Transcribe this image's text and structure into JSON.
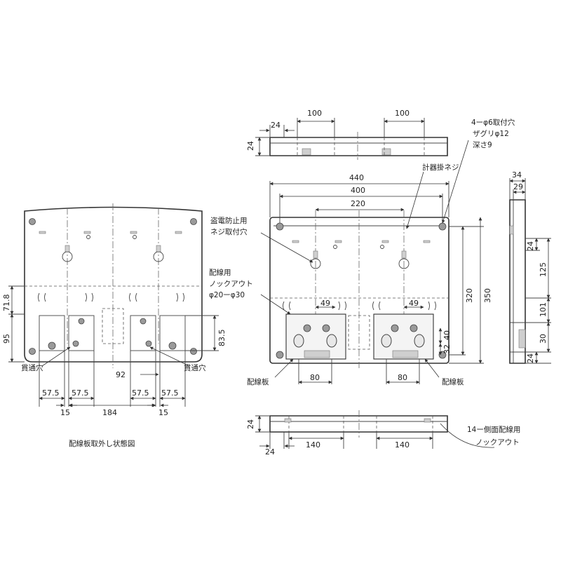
{
  "labels": {
    "caption_left": "配線板取外し状態図",
    "kantsu_left": "貫通穴",
    "kantsu_right": "貫通穴",
    "mounting_hole_1": "4ーφ6取付穴",
    "mounting_hole_2": "ザグリφ12",
    "mounting_hole_3": "深さ9",
    "meter_screw": "計器掛ネジ",
    "antitheft_1": "盗電防止用",
    "antitheft_2": "ネジ取付穴",
    "knockout_1": "配線用",
    "knockout_2": "ノックアウト",
    "knockout_3": "φ20ーφ30",
    "wiring_board_left": "配線板",
    "wiring_board_right": "配線板",
    "side_knockout_1": "14ー側面配線用",
    "side_knockout_2": "ノックアウト"
  },
  "dimensions": {
    "top_24_left": "24",
    "top_24_height": "24",
    "top_100_a": "100",
    "top_100_b": "100",
    "front_440": "440",
    "front_400": "400",
    "front_220": "220",
    "front_320": "320",
    "front_350": "350",
    "front_49_a": "49",
    "front_49_b": "49",
    "front_40": "40",
    "front_32": "32",
    "front_80_a": "80",
    "front_80_b": "80",
    "side_34": "34",
    "side_29": "29",
    "side_24_a": "24",
    "side_125": "125",
    "side_101": "101",
    "side_30": "30",
    "side_24_b": "24",
    "bottom_24_height": "24",
    "bottom_24": "24",
    "bottom_140_a": "140",
    "bottom_140_b": "140",
    "left_71_8": "71.8",
    "left_95": "95",
    "left_83_5": "83.5",
    "left_92": "92",
    "left_57_5_a": "57.5",
    "left_57_5_b": "57.5",
    "left_57_5_c": "57.5",
    "left_57_5_d": "57.5",
    "left_15_a": "15",
    "left_15_b": "15",
    "left_184": "184"
  }
}
